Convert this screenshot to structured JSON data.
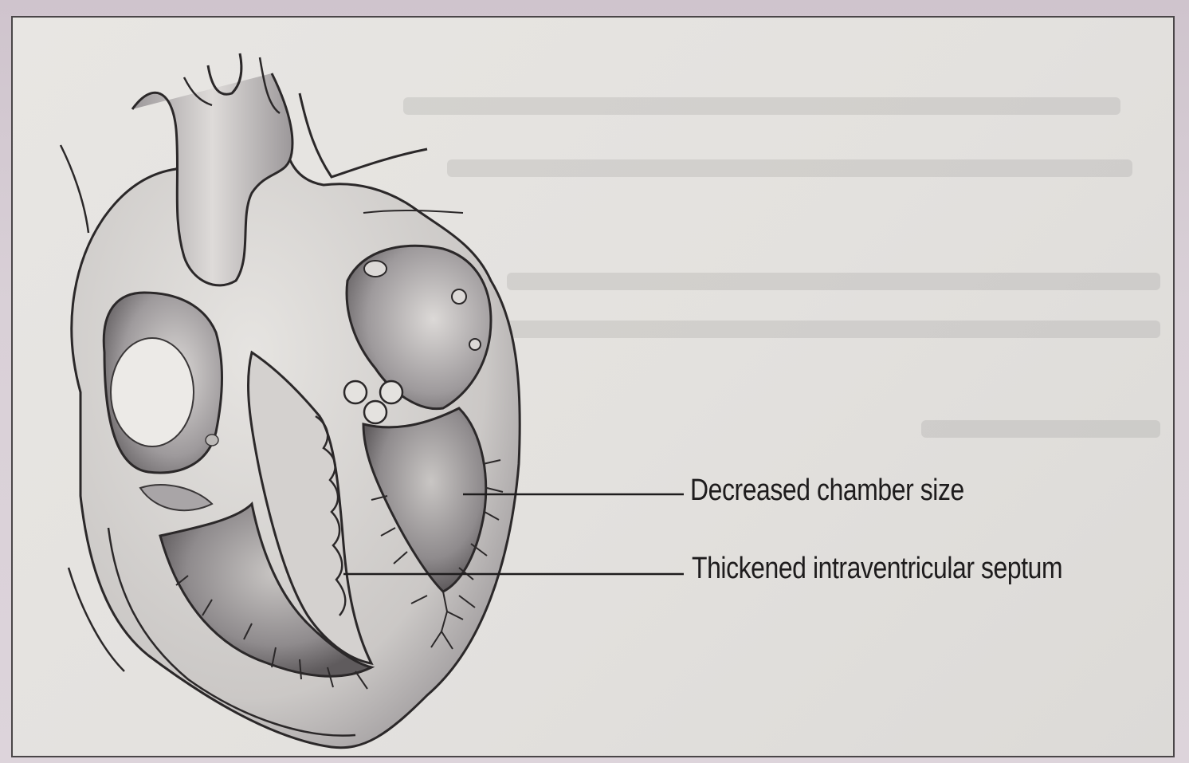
{
  "figure": {
    "callouts": [
      {
        "id": "chamber",
        "label": "Decreased chamber size"
      },
      {
        "id": "septum",
        "label": "Thickened intraventricular septum"
      }
    ]
  },
  "colors": {
    "ink": "#1e1c1d",
    "paper": "#e5e3e0",
    "shade": "#8a8688",
    "frame": "#4a4648"
  }
}
